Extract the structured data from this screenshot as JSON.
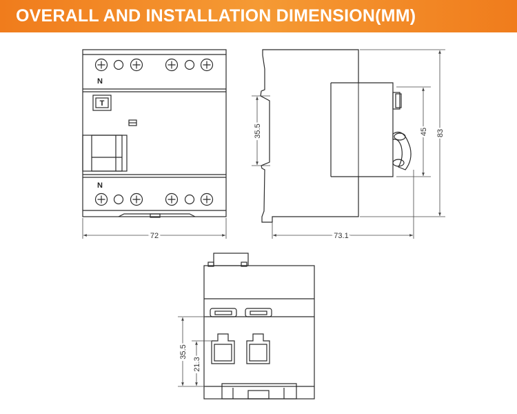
{
  "header": {
    "title": "OVERALL AND INSTALLATION DIMENSION(MM)",
    "background": "#f38a26",
    "text_color": "#ffffff"
  },
  "front_view": {
    "neutral_label_top": "N",
    "neutral_label_bottom": "N",
    "test_button_label": "T",
    "width_label": "72"
  },
  "side_view": {
    "rail_height_label": "35.5",
    "front_height_label": "45",
    "total_height_label": "83",
    "depth_label": "73.1"
  },
  "bottom_view": {
    "rail_height_label": "35.5",
    "clip_height_label": "21.3"
  },
  "colors": {
    "line": "#2a2a2a",
    "dimension": "#444444"
  }
}
